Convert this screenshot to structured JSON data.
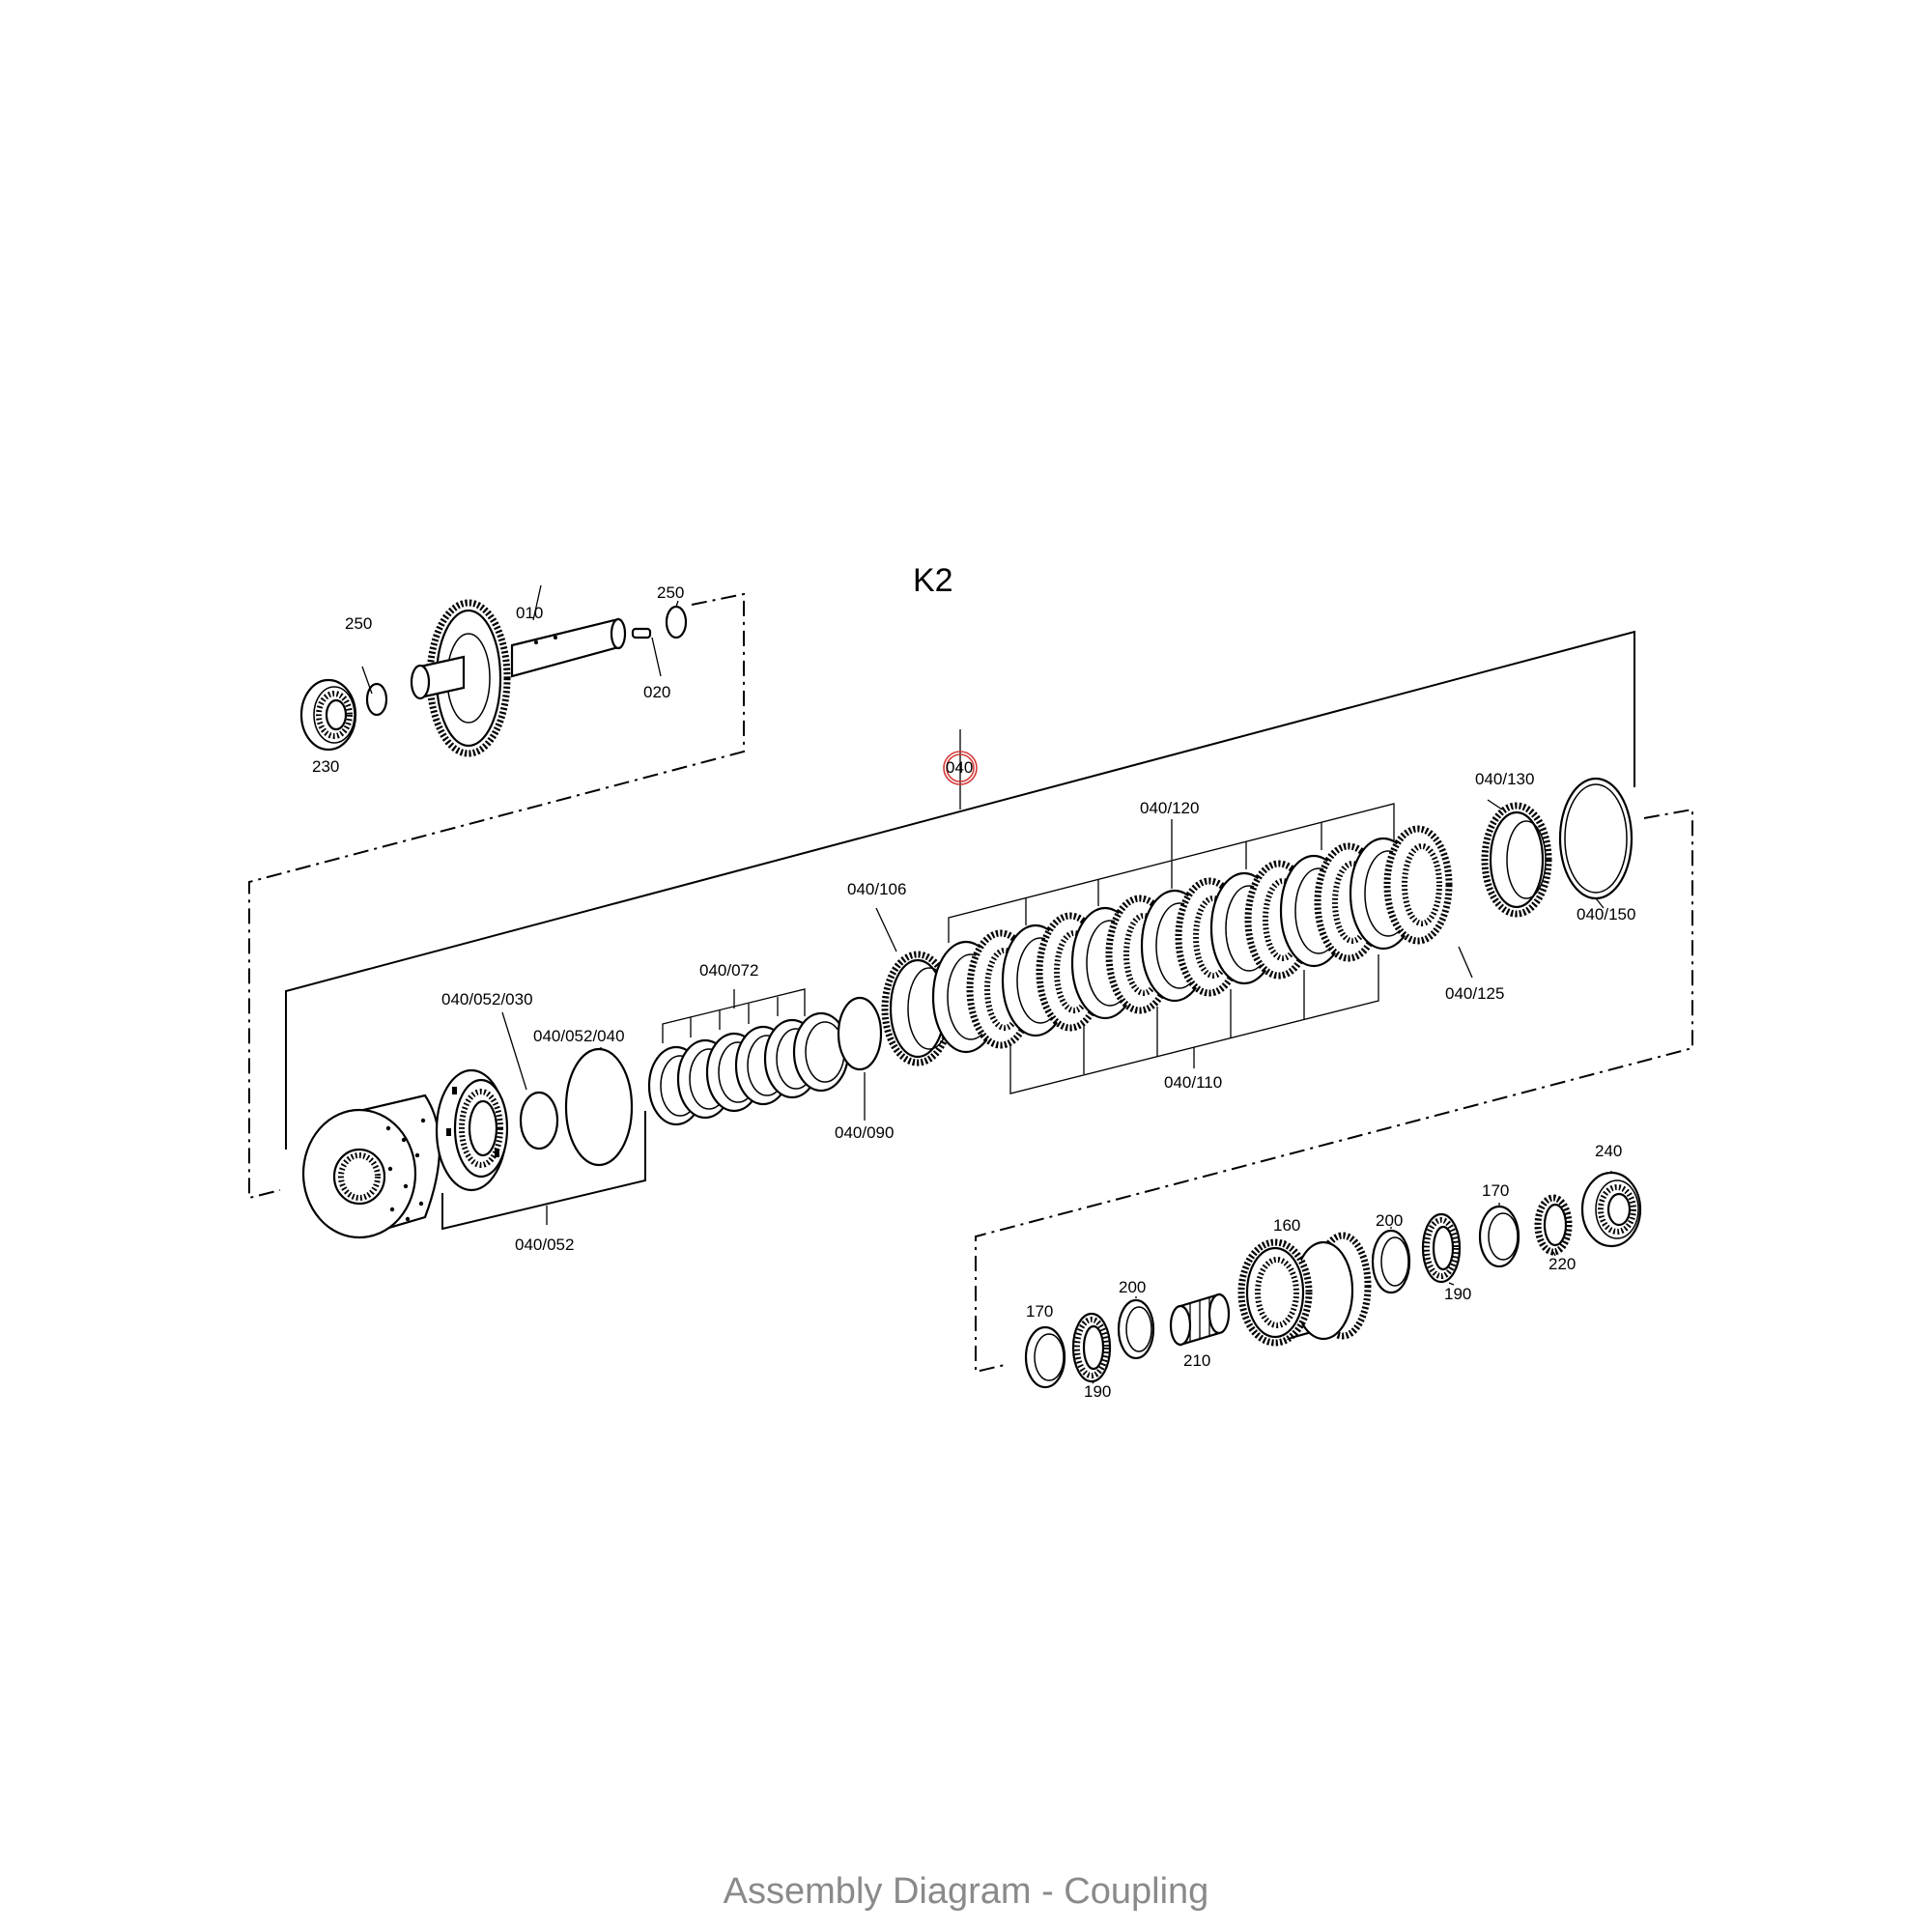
{
  "diagram": {
    "title": "K2",
    "caption": "Assembly Diagram - Coupling",
    "highlight_color": "#d23a3a",
    "labels": {
      "l010": "010",
      "l020": "020",
      "l230": "230",
      "l250a": "250",
      "l250b": "250",
      "l040": "040",
      "l040_106": "040/106",
      "l040_120": "040/120",
      "l040_130": "040/130",
      "l040_150": "040/150",
      "l040_125": "040/125",
      "l040_110": "040/110",
      "l040_072": "040/072",
      "l040_090": "040/090",
      "l040_052_030": "040/052/030",
      "l040_052_040": "040/052/040",
      "l040_052": "040/052",
      "l240": "240",
      "l170a": "170",
      "l170b": "170",
      "l220": "220",
      "l200a": "200",
      "l200b": "200",
      "l190a": "190",
      "l190b": "190",
      "l160": "160",
      "l210": "210"
    }
  }
}
